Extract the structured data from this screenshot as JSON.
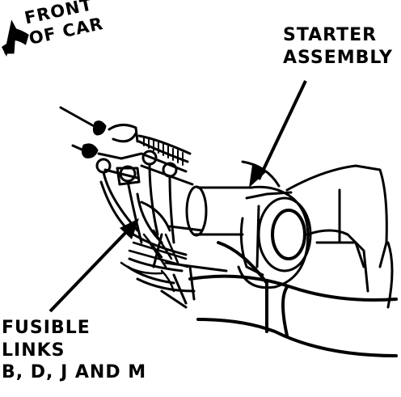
{
  "labels": {
    "front_line1": "FRONT",
    "front_line2": "OF CAR",
    "starter_line1": "STARTER",
    "starter_line2": "ASSEMBLY",
    "fusible_line1": "FUSIBLE",
    "fusible_line2": "LINKS",
    "fusible_line3": "B, D, J AND M"
  },
  "icons": {
    "front_arrow": "arrow-left-icon",
    "starter_pointer": "pointer-arrow-icon",
    "fusible_pointer": "pointer-arrow-icon"
  },
  "colors": {
    "ink": "#000000",
    "paper": "#ffffff"
  }
}
